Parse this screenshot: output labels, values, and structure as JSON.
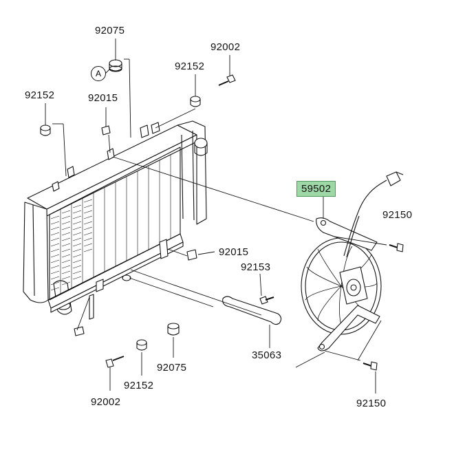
{
  "parts": [
    {
      "id": "p1",
      "number": "92075"
    },
    {
      "id": "p2",
      "number": "92002"
    },
    {
      "id": "p3",
      "number": "92152"
    },
    {
      "id": "p4",
      "number": "92015"
    },
    {
      "id": "p5",
      "number": "92152"
    },
    {
      "id": "p6",
      "number": "59502",
      "highlighted": true
    },
    {
      "id": "p7",
      "number": "92150"
    },
    {
      "id": "p8",
      "number": "92015"
    },
    {
      "id": "p9",
      "number": "92153"
    },
    {
      "id": "p10",
      "number": "35063"
    },
    {
      "id": "p11",
      "number": "92075"
    },
    {
      "id": "p12",
      "number": "92152"
    },
    {
      "id": "p13",
      "number": "92002"
    },
    {
      "id": "p14",
      "number": "92150"
    }
  ],
  "callout": {
    "letter": "A"
  },
  "colors": {
    "line": "#111111",
    "highlight": "#9ed8a6",
    "highlight_border": "#4f9a5c"
  }
}
